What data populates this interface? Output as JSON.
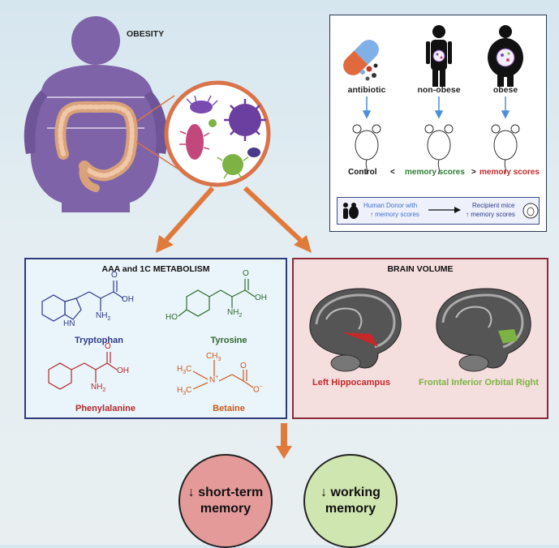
{
  "obesity": {
    "title": "OBESITY"
  },
  "experiment": {
    "donors": [
      {
        "label": "antibiotic",
        "color": "#222222"
      },
      {
        "label": "non-obese",
        "color": "#222222"
      },
      {
        "label": "obese",
        "color": "#222222"
      }
    ],
    "comparison": {
      "control": "Control",
      "lt": "<",
      "mid": "memory scores",
      "gt": ">",
      "right": "memory scores"
    },
    "donor_box": {
      "human_donor": "Human Donor with",
      "human_donor_sub": "↑ memory scores",
      "recipient": "Recipient mice",
      "recipient_sub": "↑ memory scores"
    },
    "colors": {
      "mid": "#2e7d32",
      "right": "#c62828",
      "donor_text": "#3f6fd0",
      "recipient_text": "#2b3a8a"
    }
  },
  "aaa_panel": {
    "title": "AAA and 1C METABOLISM",
    "molecules": [
      {
        "name": "Tryptophan",
        "color": "#2f3a8a"
      },
      {
        "name": "Tyrosine",
        "color": "#2e6b2e"
      },
      {
        "name": "Phenylalanine",
        "color": "#b22a2a"
      },
      {
        "name": "Betaine",
        "color": "#c85a1e"
      }
    ],
    "atom_labels": {
      "oh": "OH",
      "o": "O",
      "nh2": "NH",
      "nh2_sub": "2",
      "hn": "HN",
      "ho": "HO",
      "ch3": "CH",
      "ch3_sub": "3",
      "h3c": "H",
      "h3c_sub": "3",
      "h3c_c": "C",
      "n": "N",
      "plus": "+",
      "minus": "−"
    }
  },
  "brain_panel": {
    "title": "BRAIN VOLUME",
    "regions": [
      {
        "name": "Left Hippocampus",
        "color": "#c62828"
      },
      {
        "name": "Frontal Inferior Orbital Right",
        "color": "#7cb342"
      }
    ]
  },
  "memory": {
    "short_term": {
      "arrow": "↓",
      "line1": "short-term",
      "line2": "memory",
      "fill": "#e59a9a"
    },
    "working": {
      "arrow": "↓",
      "line1": "working",
      "line2": "memory",
      "fill": "#cfe6b0"
    }
  },
  "arrow_color": "#e07a3c"
}
